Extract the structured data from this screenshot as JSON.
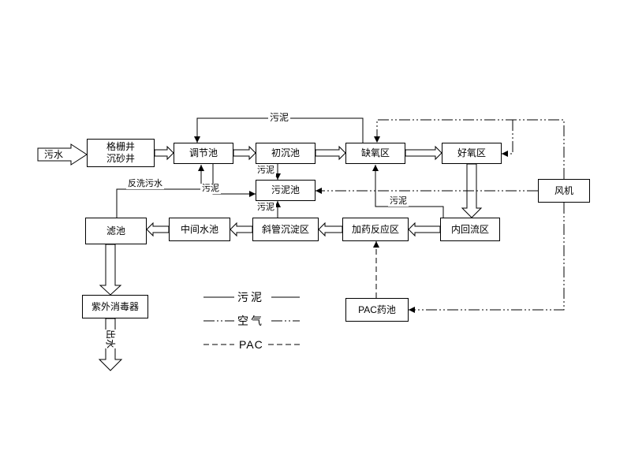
{
  "colors": {
    "line": "#000000",
    "background": "#ffffff"
  },
  "nodes": {
    "sewage_in": {
      "label": "污水"
    },
    "grit_well": {
      "line1": "格栅井",
      "line2": "沉砂井"
    },
    "regulating_tank": {
      "label": "调节池"
    },
    "primary_sedimentation_tank": {
      "label": "初沉池"
    },
    "anoxic_zone": {
      "label": "缺氧区"
    },
    "aerobic_zone": {
      "label": "好氧区"
    },
    "blower": {
      "label": "风机"
    },
    "sludge_tank": {
      "label": "污泥池"
    },
    "internal_reflux_zone": {
      "label": "内回流区"
    },
    "dosing_reaction_zone": {
      "label": "加药反应区"
    },
    "inclined_tube_sedimentation_zone": {
      "label": "斜管沉淀区"
    },
    "intermediate_tank": {
      "label": "中间水池"
    },
    "filter_tank": {
      "label": "滤池"
    },
    "uv_disinfector": {
      "label": "紫外消毒器"
    },
    "pac_tank": {
      "label": "PAC药池"
    },
    "effluent_out": {
      "label": "出水"
    }
  },
  "edge_labels": {
    "top_sludge_return": "污泥",
    "backwash_sewage": "反洗污水",
    "regulating_to_sludge_tank": "污泥",
    "primary_to_sludge_tank": "污泥",
    "inclined_to_sludge_tank": "污泥",
    "reflux_to_anoxic": "污泥"
  },
  "legend": {
    "items": [
      {
        "label": "污泥",
        "style": "solid"
      },
      {
        "label": "空气",
        "style": "dash-dot-dot"
      },
      {
        "label": "PAC",
        "style": "dashed"
      }
    ]
  }
}
